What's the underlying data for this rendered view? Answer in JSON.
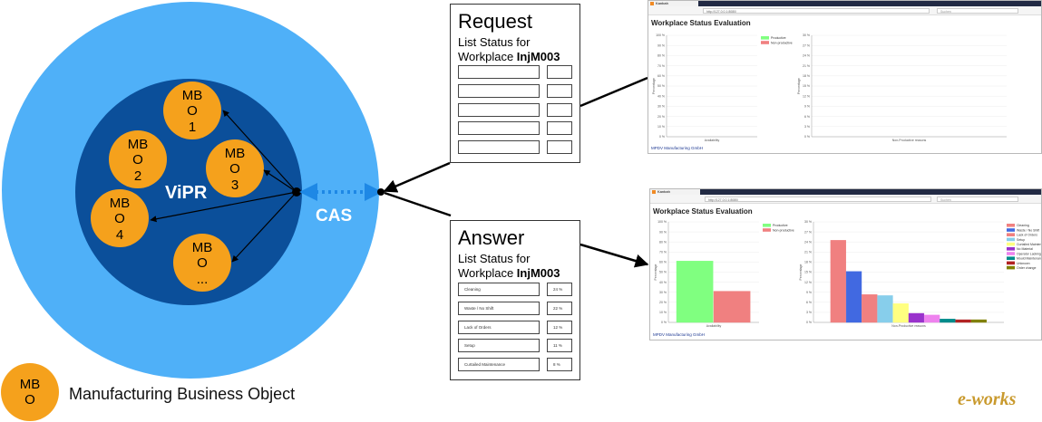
{
  "diagram": {
    "vipr_label": "ViPR",
    "cas_label": "CAS",
    "mbo_nodes": [
      {
        "lines": [
          "MB",
          "O",
          "1"
        ]
      },
      {
        "lines": [
          "MB",
          "O",
          "2"
        ]
      },
      {
        "lines": [
          "MB",
          "O",
          "3"
        ]
      },
      {
        "lines": [
          "MB",
          "O",
          "4"
        ]
      },
      {
        "lines": [
          "MB",
          "O",
          "..."
        ]
      }
    ],
    "legend": {
      "symbol_lines": [
        "MB",
        "O"
      ],
      "text": "Manufacturing Business Object"
    }
  },
  "request_card": {
    "title": "Request",
    "line1": "List Status for",
    "line2_prefix": "Workplace ",
    "workplace": "InjM003",
    "rows": [
      {
        "label": "",
        "value": ""
      },
      {
        "label": "",
        "value": ""
      },
      {
        "label": "",
        "value": ""
      },
      {
        "label": "",
        "value": ""
      },
      {
        "label": "",
        "value": ""
      }
    ]
  },
  "answer_card": {
    "title": "Answer",
    "line1": "List Status for",
    "line2_prefix": "Workplace ",
    "workplace": "InjM003",
    "rows": [
      {
        "label": "Cleaning",
        "value": "24 %"
      },
      {
        "label": "Waste / No Shift",
        "value": "22 %"
      },
      {
        "label": "Lack of Orders",
        "value": "12 %"
      },
      {
        "label": "Setup",
        "value": "11 %"
      },
      {
        "label": "Curtailed Maintenance",
        "value": "8 %"
      }
    ]
  },
  "screenshot_top": {
    "tab": "Kanbah",
    "url": "http://127.0.0.1:8080/",
    "search": "Suchen",
    "title": "Workplace Status Evaluation",
    "footer": "MPDV Manufacturing GmbH"
  },
  "screenshot_bottom": {
    "tab": "Kanbah",
    "url": "http://127.0.0.1:8080/",
    "search": "Suchen",
    "title": "Workplace Status Evaluation",
    "footer": "MPDV Manufacturing GmbH"
  },
  "logo": {
    "text": "e-works"
  },
  "chart_data": [
    {
      "type": "bar",
      "categories": [
        "Availability"
      ],
      "series": [
        {
          "name": "Productive",
          "color": "#80ff80",
          "values": [
            0
          ]
        },
        {
          "name": "Non-productive",
          "color": "#f08080",
          "values": [
            0
          ]
        }
      ],
      "ylim": [
        0,
        100
      ],
      "ylabel": "Percentage"
    },
    {
      "type": "bar",
      "categories": [
        "Non-Productive reasons"
      ],
      "series": [],
      "ylim": [
        0,
        30
      ],
      "ylabel": "Percentage"
    },
    {
      "type": "bar",
      "categories": [
        "Availability"
      ],
      "series": [
        {
          "name": "Productive",
          "color": "#80ff80",
          "values": [
            61
          ]
        },
        {
          "name": "Non-productive",
          "color": "#f08080",
          "values": [
            31
          ]
        }
      ],
      "ylim": [
        0,
        100
      ],
      "ylabel": "Percentage"
    },
    {
      "type": "bar",
      "categories": [
        "Non-Productive reasons"
      ],
      "series": [
        {
          "name": "Cleaning",
          "color": "#f08080",
          "values": [
            24.5
          ]
        },
        {
          "name": "Waste / No Shift",
          "color": "#4169e1",
          "values": [
            15.2
          ]
        },
        {
          "name": "Lack of Orders",
          "color": "#f08080",
          "values": [
            8.3
          ]
        },
        {
          "name": "Setup",
          "color": "#87ceeb",
          "values": [
            8
          ]
        },
        {
          "name": "Curtailed Maintenance",
          "color": "#ffff80",
          "values": [
            5.6
          ]
        },
        {
          "name": "No Material",
          "color": "#9932cc",
          "values": [
            2.7
          ]
        },
        {
          "name": "Operator Lacking",
          "color": "#ee82ee",
          "values": [
            2.2
          ]
        },
        {
          "name": "Mould Maintenance",
          "color": "#008b8b",
          "values": [
            1
          ]
        },
        {
          "name": "Unknown",
          "color": "#b22222",
          "values": [
            0.8
          ]
        },
        {
          "name": "Order change",
          "color": "#808000",
          "values": [
            0.8
          ]
        }
      ],
      "ylim": [
        0,
        30
      ],
      "ylabel": "Percentage"
    }
  ]
}
